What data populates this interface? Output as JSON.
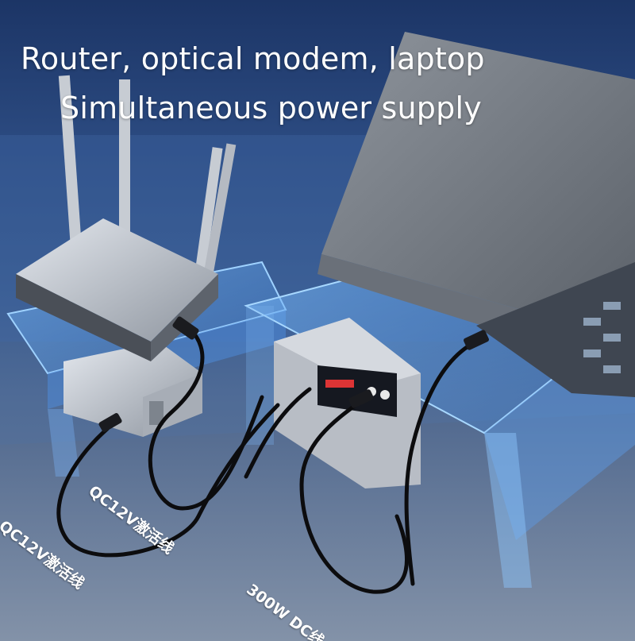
{
  "headline": {
    "line1": "Router, optical modem, laptop",
    "line2": "Simultaneous power supply"
  },
  "cable_labels": {
    "label_left": "QC12V激活线",
    "label_middle": "QC12V激活线",
    "label_dc": "300W DC线"
  },
  "colors": {
    "background_top": "#1c3566",
    "acrylic_glow": "#6fb6ff",
    "device_silver": "#b9bec6",
    "cable_black": "#0c0c0e",
    "text": "#ffffff"
  }
}
